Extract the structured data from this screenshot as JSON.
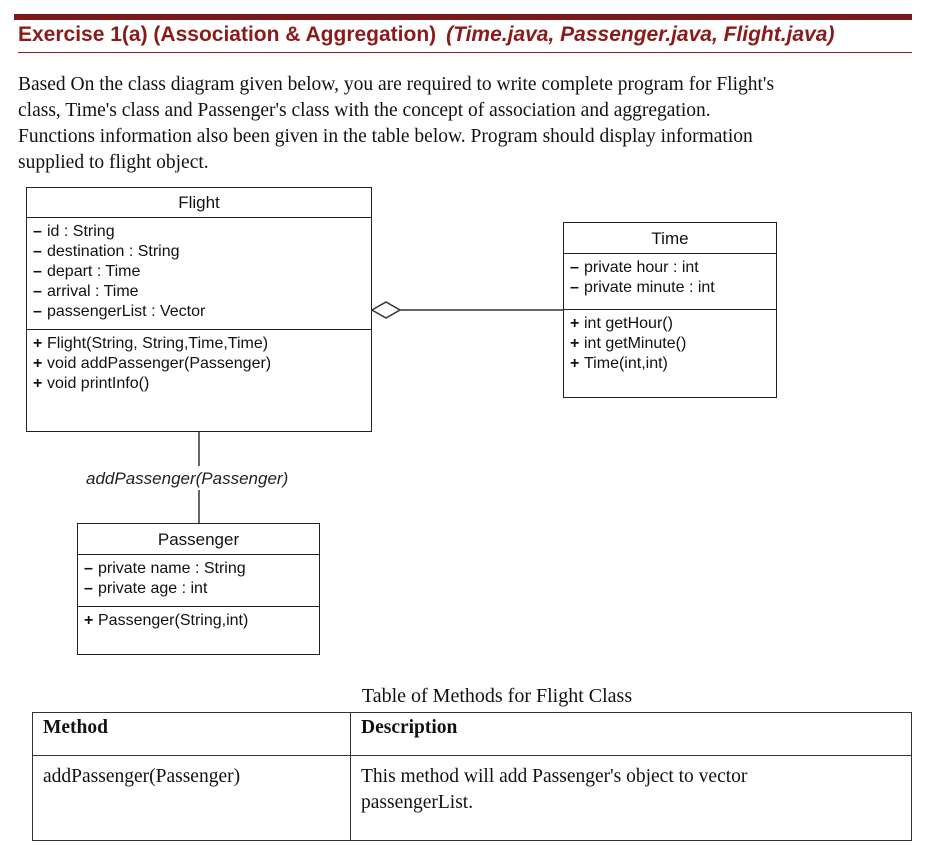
{
  "header": {
    "title": "Exercise 1(a) (Association & Aggregation)",
    "files": "(Time.java, Passenger.java, Flight.java)"
  },
  "intro": {
    "lines": [
      "Based On the class diagram given below, you are required to write complete program for Flight's",
      "class, Time's class and Passenger's class with the concept of association and aggregation.",
      "Functions information also been given in the table below. Program should display information",
      "supplied to flight object."
    ]
  },
  "diagram": {
    "flight": {
      "name": "Flight",
      "attributes": [
        {
          "sym": "–",
          "text": "id : String"
        },
        {
          "sym": "–",
          "text": "destination : String"
        },
        {
          "sym": "–",
          "text": "depart : Time"
        },
        {
          "sym": "–",
          "text": "arrival : Time"
        },
        {
          "sym": "–",
          "text": "passengerList : Vector"
        }
      ],
      "methods": [
        {
          "sym": "+",
          "text": "Flight(String, String,Time,Time)"
        },
        {
          "sym": "+",
          "text": "void addPassenger(Passenger)"
        },
        {
          "sym": "+",
          "text": "void printInfo()"
        }
      ]
    },
    "time": {
      "name": "Time",
      "attributes": [
        {
          "sym": "–",
          "text": "private hour : int"
        },
        {
          "sym": "–",
          "text": "private minute : int"
        }
      ],
      "methods": [
        {
          "sym": "+",
          "text": "int getHour()"
        },
        {
          "sym": "+",
          "text": "int getMinute()"
        },
        {
          "sym": "+",
          "text": "Time(int,int)"
        }
      ]
    },
    "passenger": {
      "name": "Passenger",
      "attributes": [
        {
          "sym": "–",
          "text": "private name : String"
        },
        {
          "sym": "–",
          "text": "private age : int"
        }
      ],
      "methods": [
        {
          "sym": "+",
          "text": "Passenger(String,int)"
        }
      ]
    },
    "association_label": "addPassenger(Passenger)"
  },
  "methods_table": {
    "caption": "Table of Methods for Flight Class",
    "headers": [
      "Method",
      "Description"
    ],
    "rows": [
      {
        "method": "addPassenger(Passenger)",
        "description_lines": [
          "This method will add Passenger's object to vector",
          "passengerList."
        ]
      }
    ]
  }
}
